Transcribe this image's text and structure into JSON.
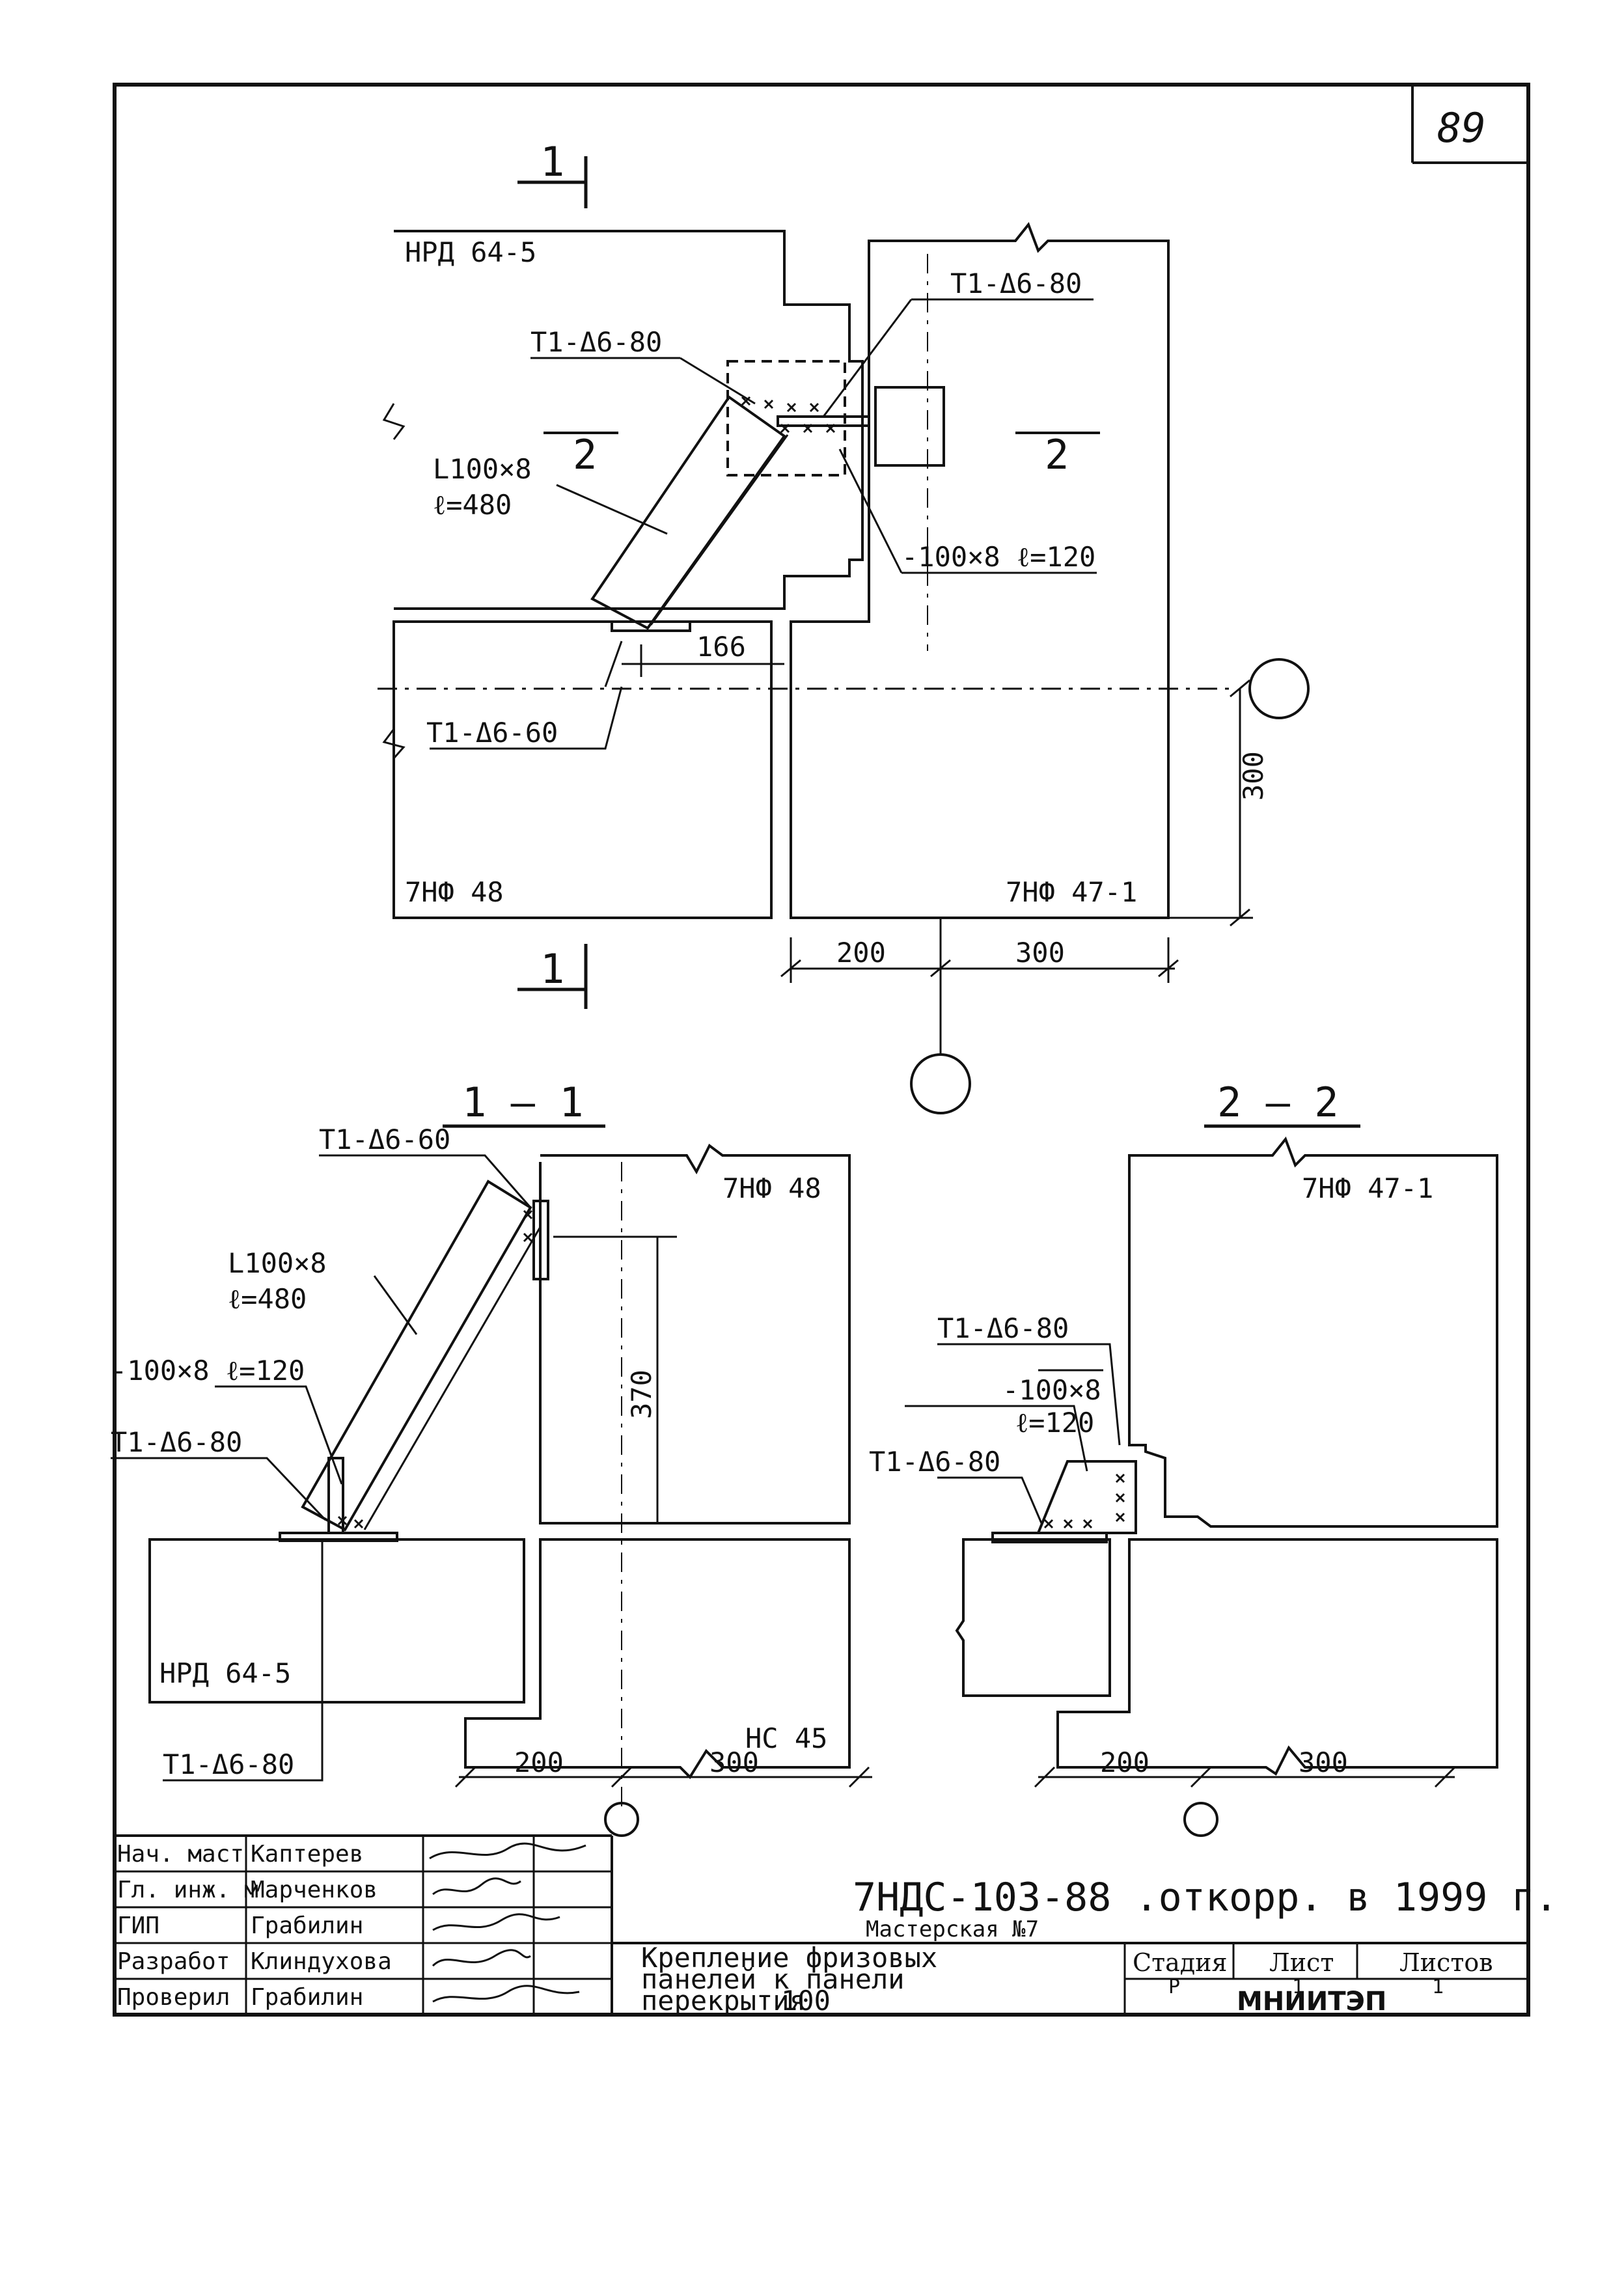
{
  "sheet": {
    "page_number": "89"
  },
  "plan": {
    "panel_top_left": "НРД 64-5",
    "panel_bottom_left": "7НФ 48",
    "panel_bottom_right": "7НФ 47-1",
    "weld_1": "Т1-Δ6-80",
    "weld_2": "Т1-Δ6-80",
    "weld_3": "Т1-Δ6-60",
    "angle_label": "L100×8",
    "angle_length": "ℓ=480",
    "plate_label": "-100×8 ℓ=120",
    "dim_166": "166",
    "dim_300_v": "300",
    "dim_200": "200",
    "dim_300_h": "300",
    "section_mark_1": "1",
    "section_mark_2": "2"
  },
  "section_1_1": {
    "title": "1 – 1",
    "weld_top": "Т1-Δ6-60",
    "angle_label": "L100×8",
    "angle_length": "ℓ=480",
    "plate_label": "-100×8 ℓ=120",
    "weld_mid": "Т1-Δ6-80",
    "weld_bottom": "Т1-Δ6-80",
    "panel_upper": "7НФ 48",
    "panel_lower_left": "НРД 64-5",
    "panel_lower_right": "НС 45",
    "dim_370": "370",
    "dim_200": "200",
    "dim_300": "300"
  },
  "section_2_2": {
    "title": "2 – 2",
    "panel_upper": "7НФ 47-1",
    "weld_top": "Т1-Δ6-80",
    "plate_label": "-100×8",
    "plate_length": "ℓ=120",
    "weld_bottom": "Т1-Δ6-80",
    "dim_200": "200",
    "dim_300": "300"
  },
  "title_block": {
    "roles": [
      "Нач. маст",
      "Гл. инж. м",
      "ГИП",
      "Разработ",
      "Проверил"
    ],
    "names": [
      "Каптерев",
      "Марченков",
      "Грабилин",
      "Клиндухова",
      "Грабилин"
    ],
    "document_code": "7НДС-103-88 .откорр. в 1999 г.",
    "title_line_1": "Крепление фризовых",
    "title_line_2": "панелей к панели",
    "title_line_3": "перекрытия",
    "stage_header": "Стадия",
    "sheet_header": "Лист",
    "sheets_header": "Листов",
    "stage_value": "Р",
    "sheet_value": "1",
    "sheets_value": "1",
    "organization": "МНИИТЭП",
    "workshop": "Мастерская №7",
    "stamp_number": "100"
  }
}
